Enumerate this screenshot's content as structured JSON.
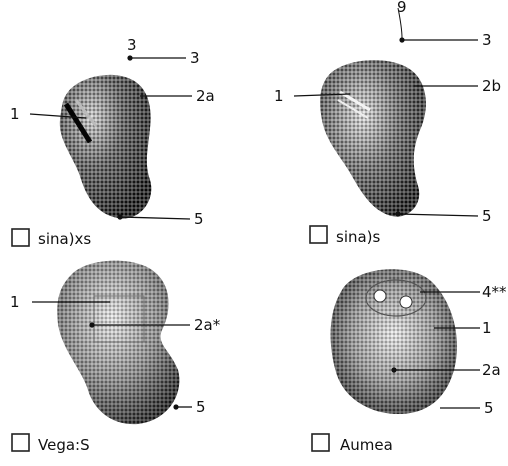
{
  "panels": [
    {
      "caption": "sina)xs",
      "labels": [
        "1",
        "2a",
        "3",
        "5"
      ],
      "small_mark": "3"
    },
    {
      "caption": "sina)s",
      "labels": [
        "1",
        "2b",
        "3",
        "5"
      ],
      "small_mark": "9"
    },
    {
      "caption": "Vega:S",
      "labels": [
        "1",
        "2a*",
        "5"
      ]
    },
    {
      "caption": "Aumea",
      "labels": [
        "4**",
        "1",
        "2a",
        "5"
      ]
    }
  ],
  "colors": {
    "ink": "#111111",
    "shade_dark": "#2b2b2b",
    "shade_mid": "#7a7a7a",
    "shade_light": "#c9c9c9"
  }
}
